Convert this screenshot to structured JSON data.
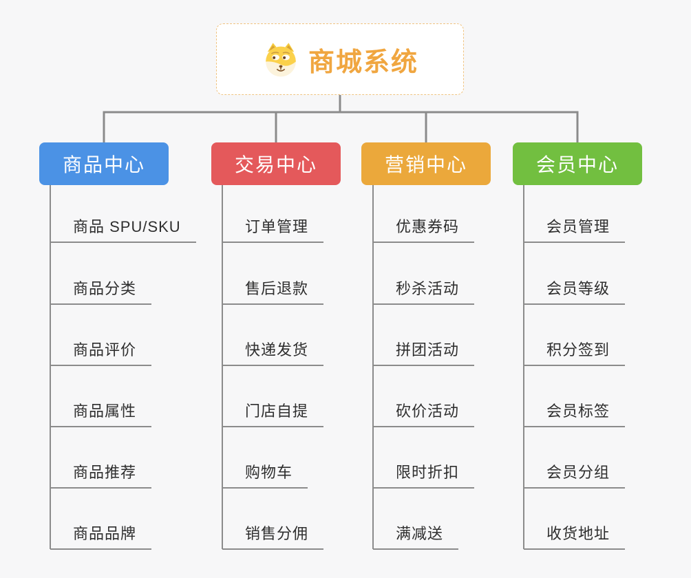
{
  "page": {
    "background_color": "#f7f7f8",
    "connector_color": "#8b8b8b"
  },
  "root": {
    "title": "商城系统",
    "title_color": "#f0a640",
    "border_color": "#f0c380",
    "icon": "dog-face-icon"
  },
  "branches": [
    {
      "label": "商品中心",
      "color": "#4b92e5",
      "items": [
        "商品 SPU/SKU",
        "商品分类",
        "商品评价",
        "商品属性",
        "商品推荐",
        "商品品牌"
      ]
    },
    {
      "label": "交易中心",
      "color": "#e4595b",
      "items": [
        "订单管理",
        "售后退款",
        "快递发货",
        "门店自提",
        "购物车",
        "销售分佣"
      ]
    },
    {
      "label": "营销中心",
      "color": "#eba83b",
      "items": [
        "优惠券码",
        "秒杀活动",
        "拼团活动",
        "砍价活动",
        "限时折扣",
        "满减送"
      ]
    },
    {
      "label": "会员中心",
      "color": "#72bf40",
      "items": [
        "会员管理",
        "会员等级",
        "积分签到",
        "会员标签",
        "会员分组",
        "收货地址"
      ]
    }
  ]
}
